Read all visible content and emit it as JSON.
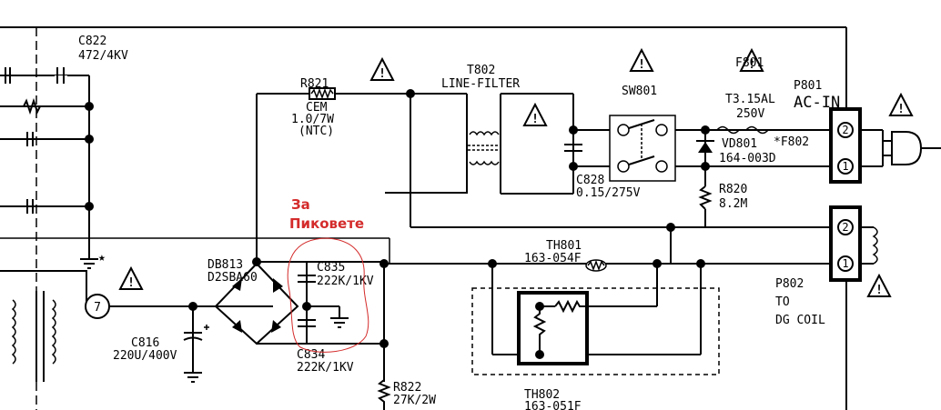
{
  "labels": {
    "c822": "C822",
    "c822_val": "472/4KV",
    "r821": "R821",
    "r821_type": "CEM",
    "r821_val": "1.0/7W",
    "r821_ntc": "(NTC)",
    "t802": "T802",
    "t802_type": "LINE-FILTER",
    "sw801": "SW801",
    "f801": "F801",
    "f801_val1": "T3.15AL",
    "f801_val2": "250V",
    "p801": "P801",
    "p801_type": "AC-IN",
    "vd801": "VD801",
    "vd801_val": "164-003D",
    "f802": "*F802",
    "c828": "C828",
    "c828_val": "0.15/275V",
    "r820": "R820",
    "r820_val": "8.2M",
    "db813": "DB813",
    "db813_val": "D2SBA60",
    "c835": "C835",
    "c835_val": "222K/1KV",
    "c834": "C834",
    "c834_val": "222K/1KV",
    "th801": "TH801",
    "th801_val": "163-054F",
    "th802": "TH802",
    "th802_val": "163-051F",
    "p802": "P802",
    "p802_to": "TO",
    "p802_dest": "DG COIL",
    "c816": "C816",
    "c816_val": "220U/400V",
    "r822": "R822",
    "r822_val": "27K/2W",
    "node7": "7",
    "pin2": "2",
    "pin1": "1"
  },
  "annotation": {
    "line1": "За",
    "line2": "Пиковете",
    "color": "#d42b2b"
  },
  "icons": [
    "warning-triangle-icon",
    "ground-icon",
    "diode-icon",
    "plug-icon",
    "coil-icon"
  ]
}
